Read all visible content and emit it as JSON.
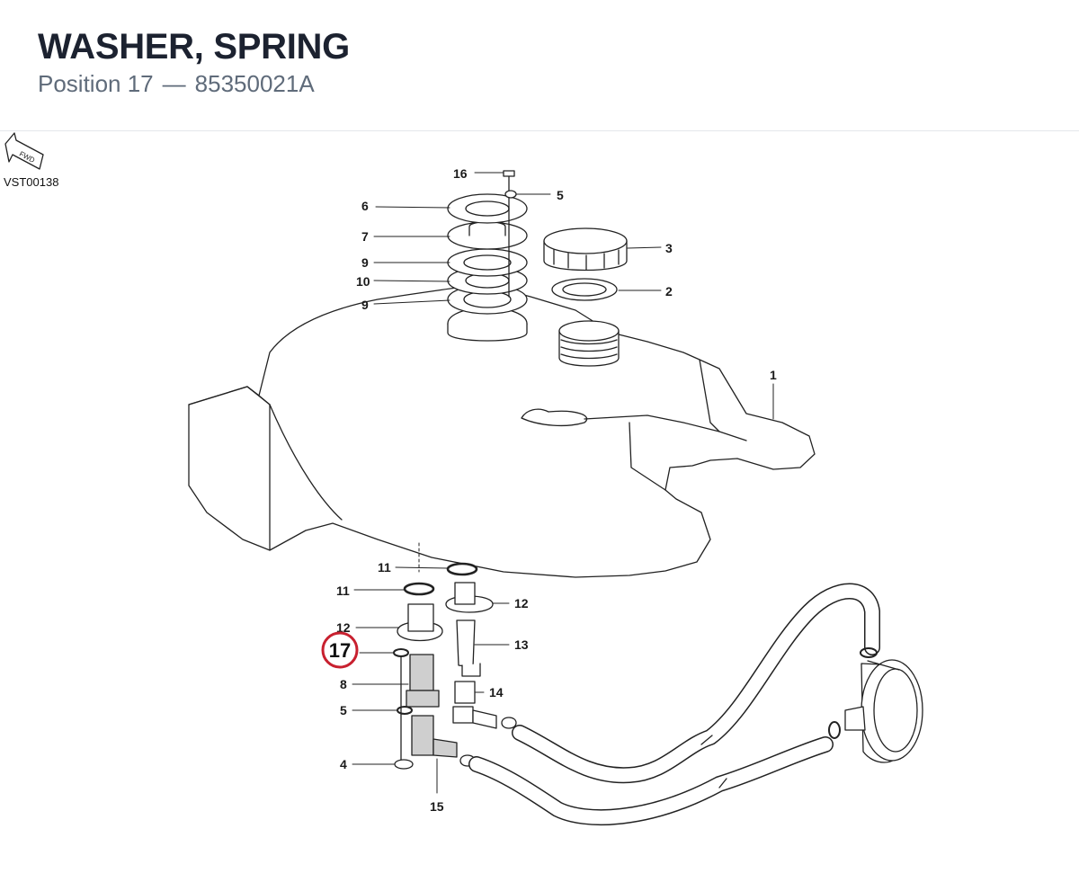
{
  "header": {
    "title": "WASHER, SPRING",
    "position_label": "Position 17",
    "separator": "—",
    "part_number": "85350021A"
  },
  "drawing": {
    "code": "VST00138",
    "fwd_label": "FWD"
  },
  "highlight": {
    "position": "17",
    "color": "#c8202f"
  },
  "callouts": {
    "c16": "16",
    "c5a": "5",
    "c6": "6",
    "c7": "7",
    "c9a": "9",
    "c10": "10",
    "c9b": "9",
    "c3": "3",
    "c2": "2",
    "c1": "1",
    "c11a": "11",
    "c11b": "11",
    "c12a": "12",
    "c12b": "12",
    "c13": "13",
    "c8": "8",
    "c14": "14",
    "c5b": "5",
    "c4": "4",
    "c15": "15"
  }
}
